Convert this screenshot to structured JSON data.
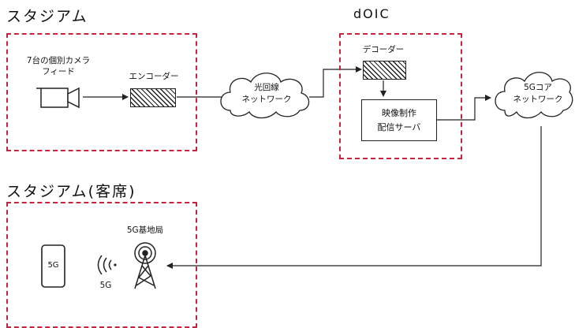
{
  "stadium": {
    "title": "スタジアム",
    "camera_label_line1": "7台の個別カメラ",
    "camera_label_line2": "フィード",
    "encoder_label": "エンコーダー"
  },
  "fiber_network": {
    "line1": "光回線",
    "line2": "ネットワーク"
  },
  "doic": {
    "title": "dOIC",
    "decoder_label": "デコーダー",
    "server_line1": "映像制作",
    "server_line2": "配信サーバ"
  },
  "core_network": {
    "line1": "5Gコア",
    "line2": "ネットワーク"
  },
  "stadium_seats": {
    "title": "スタジアム(客席)",
    "phone_label": "5G",
    "signal_label": "5G",
    "base_station_label": "5G基地局"
  },
  "colors": {
    "dashed_border": "#c8233f",
    "line": "#222222"
  }
}
